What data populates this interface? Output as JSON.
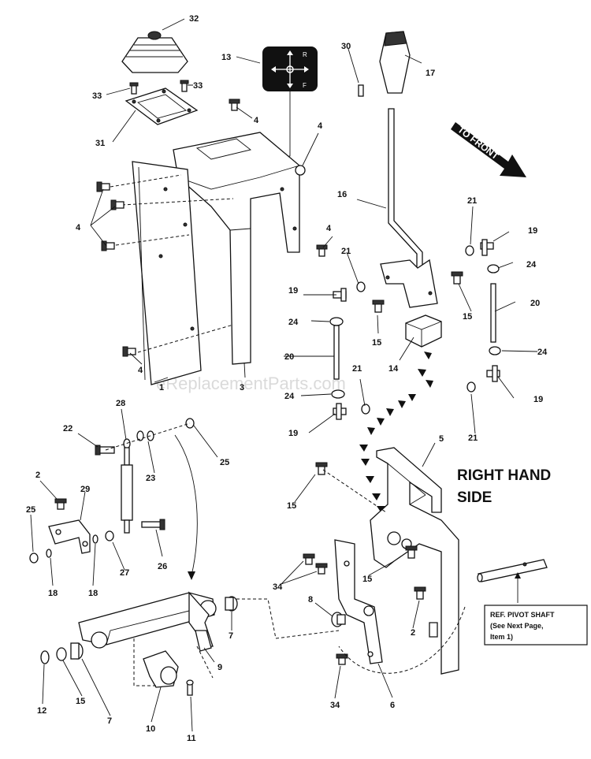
{
  "diagram": {
    "watermark": "eReplacementParts.com",
    "side_label_line1": "RIGHT HAND",
    "side_label_line2": "SIDE",
    "direction_label": "TO FRONT",
    "shift_pattern": {
      "top": "R",
      "bottom": "F"
    },
    "ref_box": {
      "line1": "REF. PIVOT SHAFT",
      "line2": "(See Next Page,",
      "line3": "Item 1)"
    },
    "callouts": {
      "c32": "32",
      "c13": "13",
      "c30": "30",
      "c17": "17",
      "c33a": "33",
      "c33b": "33",
      "c4a": "4",
      "c31": "31",
      "c4b": "4",
      "c4c": "4",
      "c4d": "4",
      "c16": "16",
      "c21a": "21",
      "c19a": "19",
      "c21b": "21",
      "c19b": "19",
      "c24a": "24",
      "c15a": "15",
      "c15b": "15",
      "c20a": "20",
      "c24b": "24",
      "c14": "14",
      "c20b": "20",
      "c4e": "4",
      "c1": "1",
      "c3": "3",
      "c21c": "21",
      "c24c": "24",
      "c24d": "24",
      "c19c": "19",
      "c19d": "19",
      "c21d": "21",
      "c28": "28",
      "c22": "22",
      "c25a": "25",
      "c23": "23",
      "c5": "5",
      "c2a": "2",
      "c29": "29",
      "c15c": "15",
      "c25b": "25",
      "c26": "26",
      "c27": "27",
      "c18a": "18",
      "c18b": "18",
      "c34a": "34",
      "c15d": "15",
      "c8": "8",
      "c2b": "2",
      "c7a": "7",
      "c9": "9",
      "c12": "12",
      "c15e": "15",
      "c7b": "7",
      "c10": "10",
      "c11": "11",
      "c34b": "34",
      "c6": "6"
    }
  }
}
